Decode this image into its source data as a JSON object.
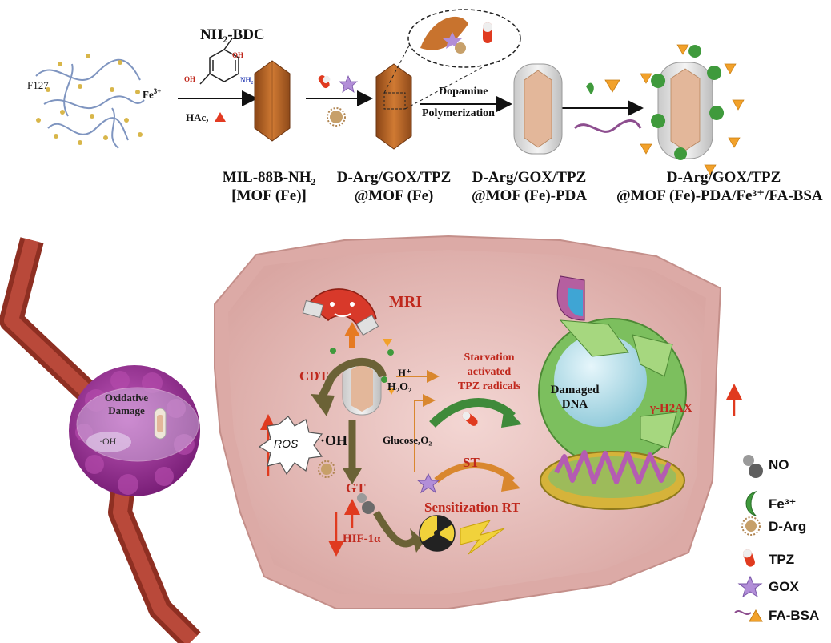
{
  "colors": {
    "mof_orange": "#c8732e",
    "cell_pink": "#e9c3c0",
    "tumor_purple": "#9a2f95",
    "vessel_red": "#a83a2c",
    "arrow_red": "#e03a1f",
    "arrow_olive": "#6b6236",
    "arrow_green": "#3f8a3a",
    "label_red": "#c0281d"
  },
  "synthesis": {
    "reagent_f127": "F127",
    "reagent_fe": "Fe",
    "reagent_fe_sup": "3+",
    "linker": "NH₂-BDC",
    "linker_cooh_1": "OH",
    "linker_cooh_2": "OH",
    "linker_nh2": "NH₂",
    "condition": "HAc,",
    "step3_label_1": "Dopamine",
    "step3_label_2": "Polymerization",
    "captions": [
      {
        "line1": "MIL-88B-NH₂",
        "line2": "[MOF (Fe)]"
      },
      {
        "line1": "D-Arg/GOX/TPZ",
        "line2": "@MOF (Fe)"
      },
      {
        "line1": "D-Arg/GOX/TPZ",
        "line2": "@MOF (Fe)-PDA"
      },
      {
        "line1": "D-Arg/GOX/TPZ",
        "line2": "@MOF (Fe)-PDA/Fe³⁺/FA-BSA"
      }
    ]
  },
  "mechanism": {
    "mri": "MRI",
    "cdt": "CDT",
    "h_plus": "H⁺",
    "h2o2": "H₂O₂",
    "ros": "ROS",
    "oh_radical": "·OH",
    "glucose": "Glucose,O₂",
    "starvation_1": "Starvation",
    "starvation_2": "activated",
    "starvation_3": "TPZ radicals",
    "st": "ST",
    "gt": "GT",
    "sens_rt": "Sensitization RT",
    "hif": "HIF-1α",
    "damaged_1": "Damaged",
    "damaged_2": "DNA",
    "h2ax": "γ-H2AX",
    "tumor_label_1": "Oxidative",
    "tumor_label_2": "Damage",
    "tumor_oh": "·OH"
  },
  "legend": [
    {
      "icon": "no-molecule-icon",
      "label": "NO"
    },
    {
      "icon": "fe-ion-icon",
      "label": "Fe³⁺"
    },
    {
      "icon": "d-arg-icon",
      "label": "D-Arg"
    },
    {
      "icon": "tpz-capsule-icon",
      "label": "TPZ"
    },
    {
      "icon": "gox-star-icon",
      "label": "GOX"
    },
    {
      "icon": "fa-bsa-icon",
      "label": "FA-BSA"
    }
  ]
}
